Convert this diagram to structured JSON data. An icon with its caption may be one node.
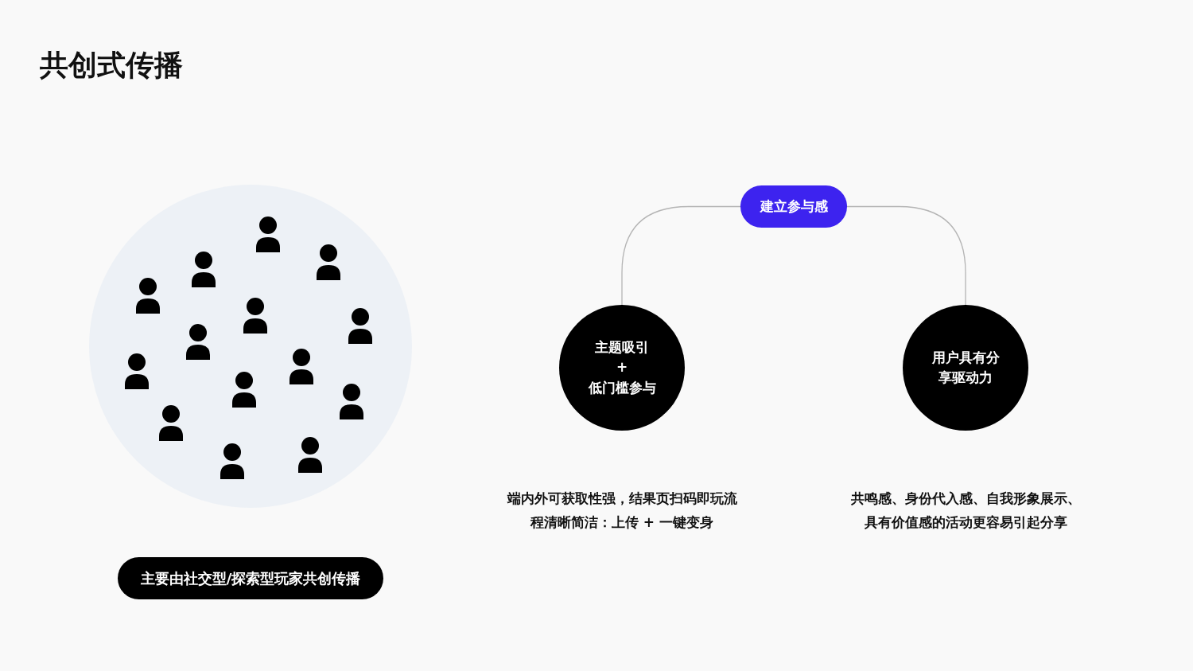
{
  "diagram": {
    "title": "共创式传播",
    "nodes": [
      {
        "text": [
          "主要由社交型/探索型玩家共创传播"
        ]
      },
      {
        "text": [
          "建立参与感"
        ]
      },
      {
        "text": [
          "主题吸引",
          "+",
          "低门槛参与"
        ]
      },
      {
        "text": [
          "用户具有分享驱动力"
        ]
      }
    ],
    "labels": [
      "端内外可获取性强，结果页扫码即玩流程清晰简洁：上传 + 一键变身",
      "共鸣感、身份代入感、自我形象展示、具有价值感的活动更容易引起分享"
    ],
    "edges": [
      {
        "from": 1,
        "to": 2,
        "arrow": "none"
      },
      {
        "from": 1,
        "to": 3,
        "arrow": "none"
      }
    ]
  }
}
